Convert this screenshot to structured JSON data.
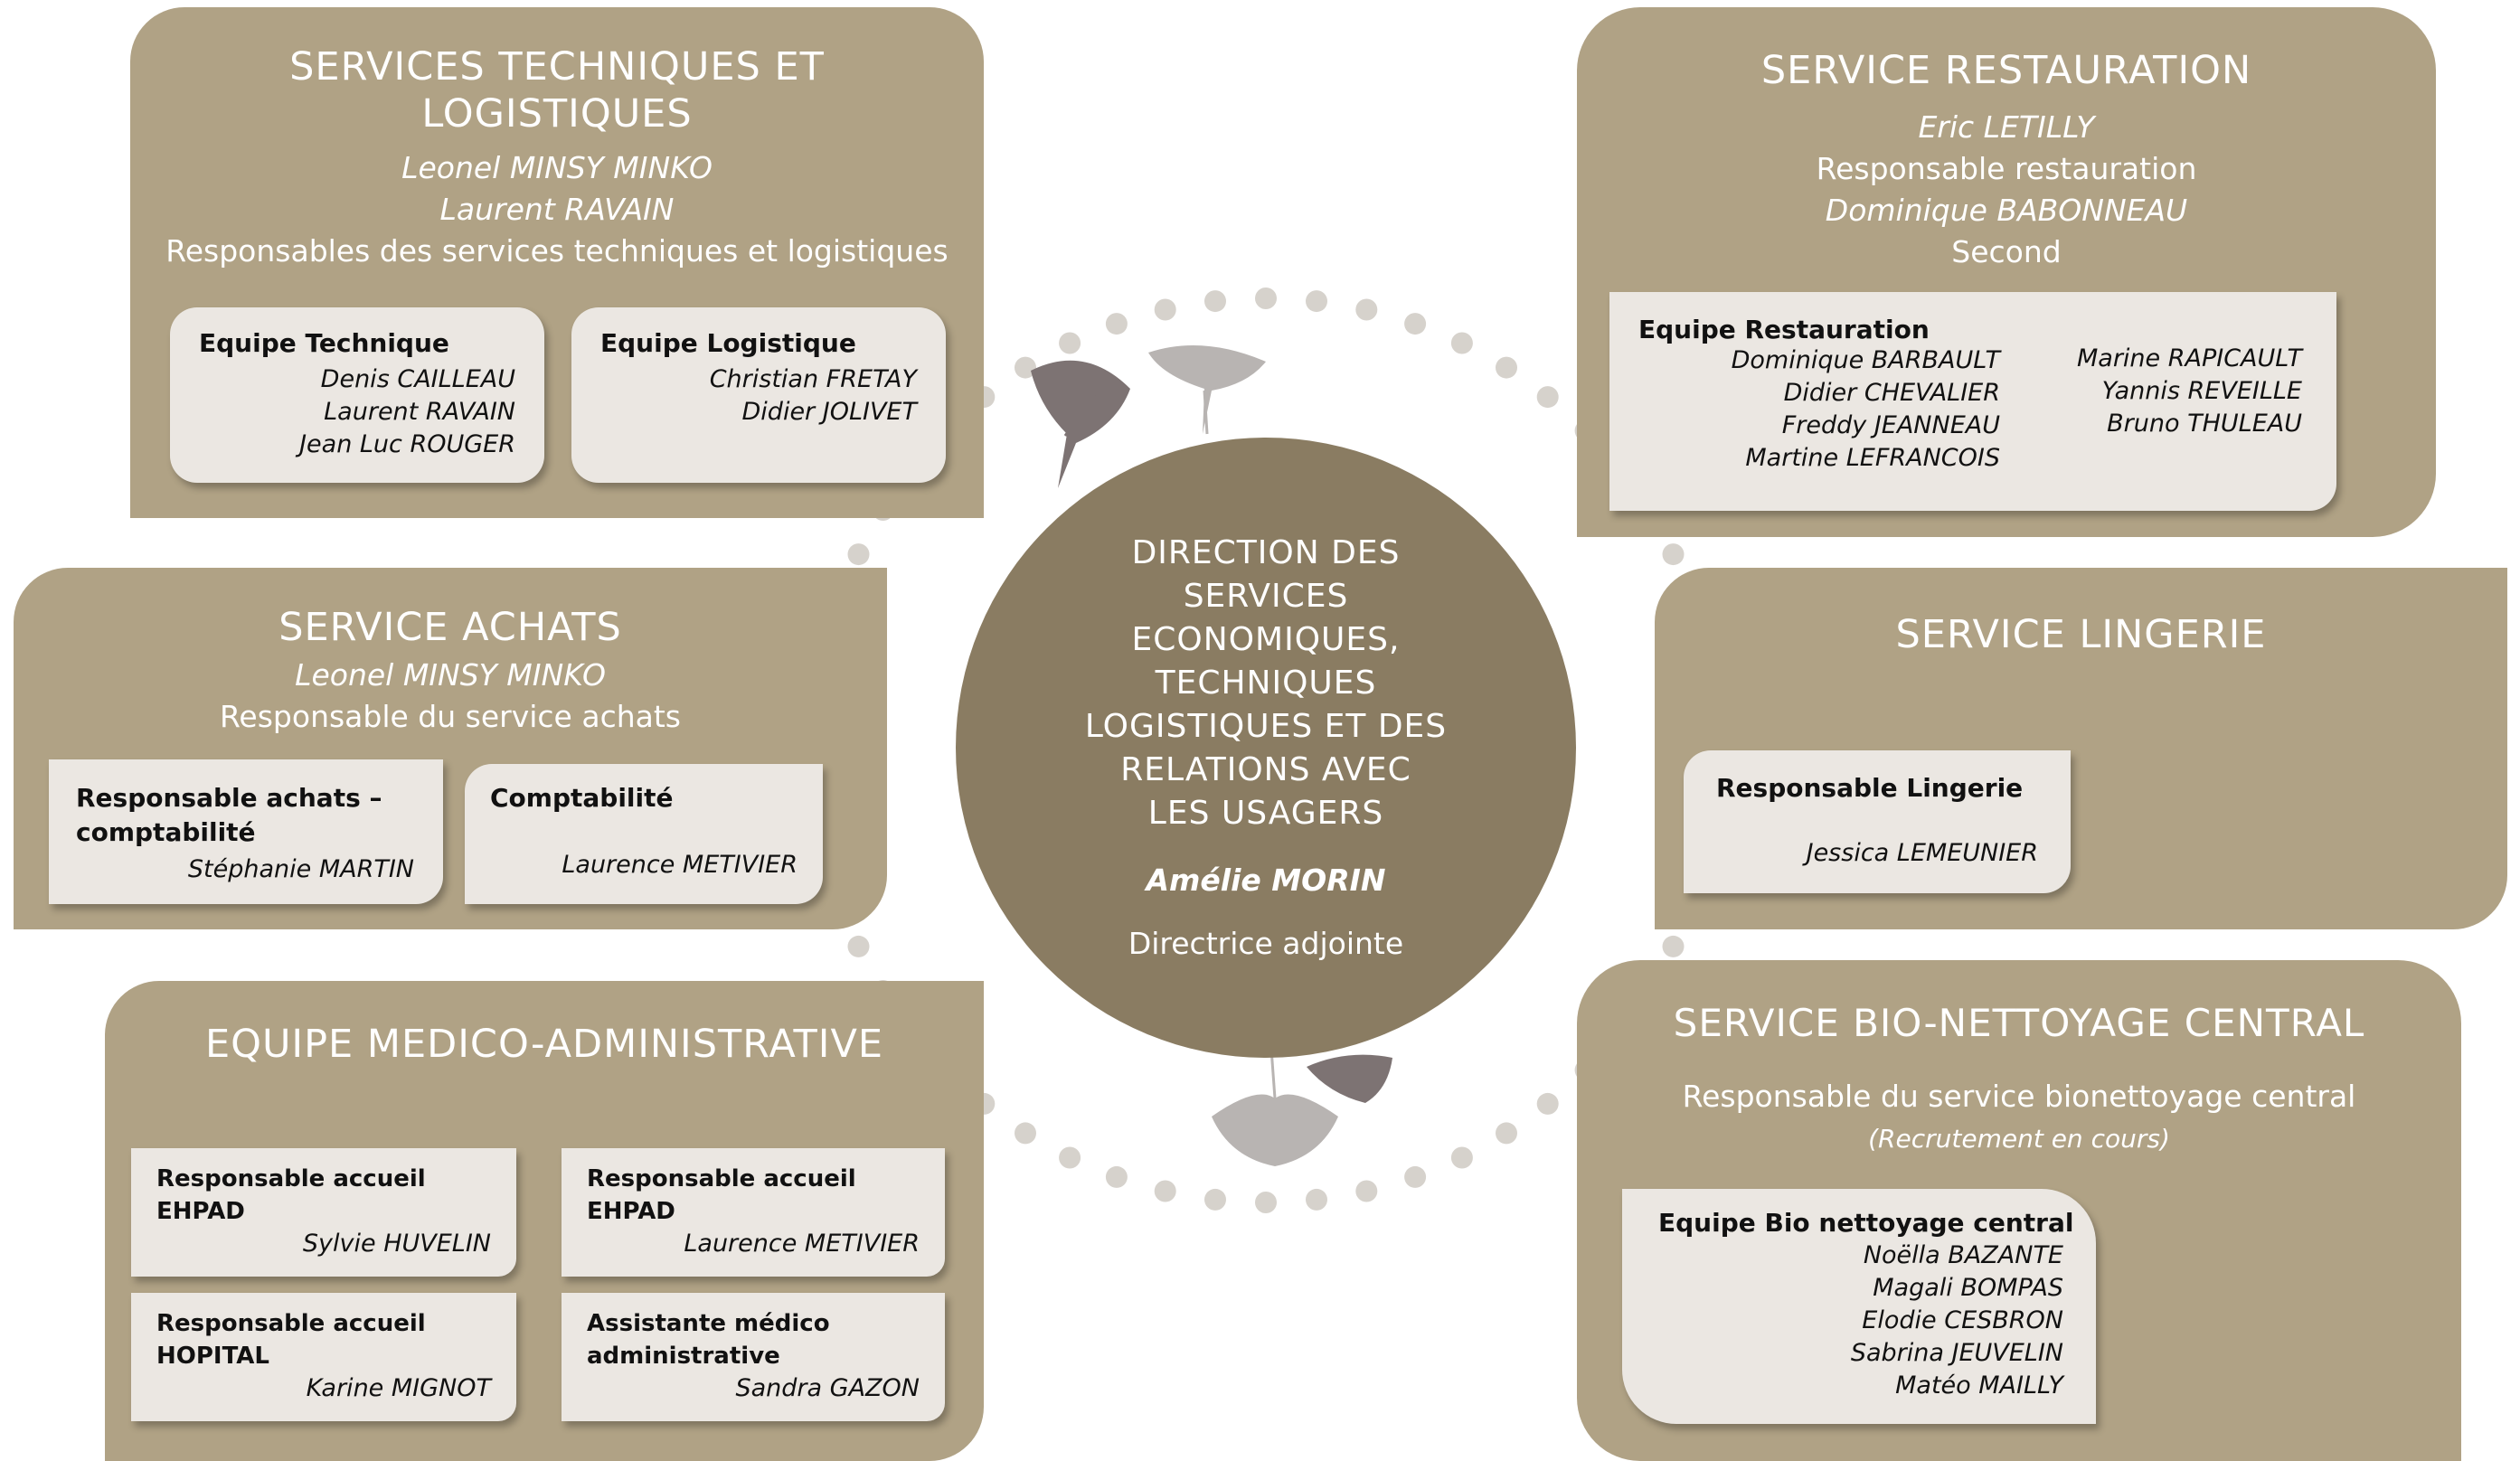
{
  "center": {
    "title_lines": [
      "DIRECTION DES",
      "SERVICES",
      "ECONOMIQUES,",
      "TECHNIQUES",
      "LOGISTIQUES ET DES",
      "RELATIONS AVEC",
      "LES USAGERS"
    ],
    "name": "Amélie MORIN",
    "role": "Directrice adjointe"
  },
  "tech": {
    "title_lines": [
      "SERVICES TECHNIQUES ET",
      "LOGISTIQUES"
    ],
    "names": [
      "Leonel MINSY MINKO",
      "Laurent RAVAIN"
    ],
    "role": "Responsables des services techniques et logistiques",
    "box1": {
      "title": "Equipe Technique",
      "members": [
        "Denis CAILLEAU",
        "Laurent RAVAIN",
        "Jean Luc ROUGER"
      ]
    },
    "box2": {
      "title": "Equipe Logistique",
      "members": [
        "Christian FRETAY",
        "Didier JOLIVET"
      ]
    }
  },
  "resto": {
    "title": "SERVICE RESTAURATION",
    "name1": "Eric LETILLY",
    "role1": "Responsable restauration",
    "name2": "Dominique BABONNEAU",
    "role2": "Second",
    "box": {
      "title": "Equipe Restauration",
      "col1": [
        "Dominique BARBAULT",
        "Didier CHEVALIER",
        "Freddy JEANNEAU",
        "Martine LEFRANCOIS"
      ],
      "col2": [
        "Marine RAPICAULT",
        "Yannis REVEILLE",
        "Bruno THULEAU"
      ]
    }
  },
  "achats": {
    "title": "SERVICE ACHATS",
    "name": "Leonel MINSY MINKO",
    "role": "Responsable du service achats",
    "box1": {
      "title_lines": [
        "Responsable achats –",
        "comptabilité"
      ],
      "member": "Stéphanie MARTIN"
    },
    "box2": {
      "title": "Comptabilité",
      "member": "Laurence METIVIER"
    }
  },
  "lingerie": {
    "title": "SERVICE LINGERIE",
    "box": {
      "title": "Responsable Lingerie",
      "member": "Jessica LEMEUNIER"
    }
  },
  "medico": {
    "title": "EQUIPE MEDICO-ADMINISTRATIVE",
    "boxes": [
      {
        "title_lines": [
          "Responsable accueil",
          "EHPAD"
        ],
        "member": "Sylvie HUVELIN"
      },
      {
        "title_lines": [
          "Responsable accueil",
          "EHPAD"
        ],
        "member": "Laurence METIVIER"
      },
      {
        "title_lines": [
          "Responsable accueil",
          "HOPITAL"
        ],
        "member": "Karine MIGNOT"
      },
      {
        "title_lines": [
          "Assistante médico",
          "administrative"
        ],
        "member": "Sandra GAZON"
      }
    ]
  },
  "bio": {
    "title": "SERVICE BIO-NETTOYAGE CENTRAL",
    "role": "Responsable du service bionettoyage central",
    "note": "(Recrutement en cours)",
    "box": {
      "title": "Equipe Bio nettoyage central",
      "members": [
        "Noëlla BAZANTE",
        "Magali BOMPAS",
        "Elodie CESBRON",
        "Sabrina JEUVELIN",
        "Matéo MAILLY"
      ]
    }
  },
  "colors": {
    "panel": "#b0a285",
    "circle": "#8a7c62",
    "box": "#ebe7e2",
    "dots": "#d6d2cc",
    "leaf_dark": "#7d7373",
    "leaf_light": "#b8b4b2"
  }
}
